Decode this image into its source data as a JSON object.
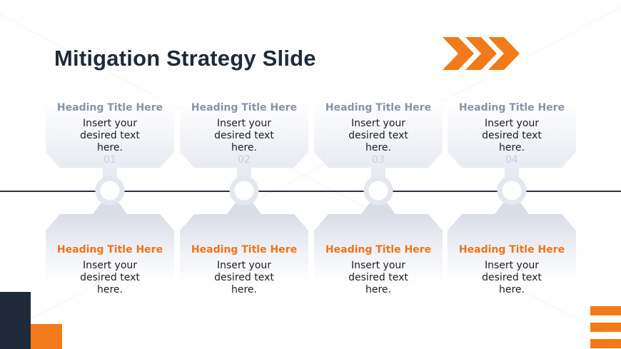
{
  "slide": {
    "title": "Mitigation Strategy Slide",
    "accent_color": "#F27A1A",
    "dark_color": "#1F2A3A",
    "card_color": "#E9ECF2"
  },
  "steps": [
    {
      "number": "01",
      "top_heading": "Heading Title Here",
      "top_text": "Insert your desired text here.",
      "bottom_heading": "Heading Title Here",
      "bottom_text": "Insert your desired text here."
    },
    {
      "number": "02",
      "top_heading": "Heading Title Here",
      "top_text": "Insert your desired text here.",
      "bottom_heading": "Heading Title Here",
      "bottom_text": "Insert your desired text here."
    },
    {
      "number": "03",
      "top_heading": "Heading Title Here",
      "top_text": "Insert your desired text here.",
      "bottom_heading": "Heading Title Here",
      "bottom_text": "Insert your desired text here."
    },
    {
      "number": "04",
      "top_heading": "Heading Title Here",
      "top_text": "Insert your desired text here.",
      "bottom_heading": "Heading Title Here",
      "bottom_text": "Insert your desired text here."
    }
  ],
  "decor": {
    "chevron_icon": "triple-chevron-right-icon",
    "corner_block": "dark-orange-corner-block",
    "stripes": "orange-stripes-icon"
  }
}
